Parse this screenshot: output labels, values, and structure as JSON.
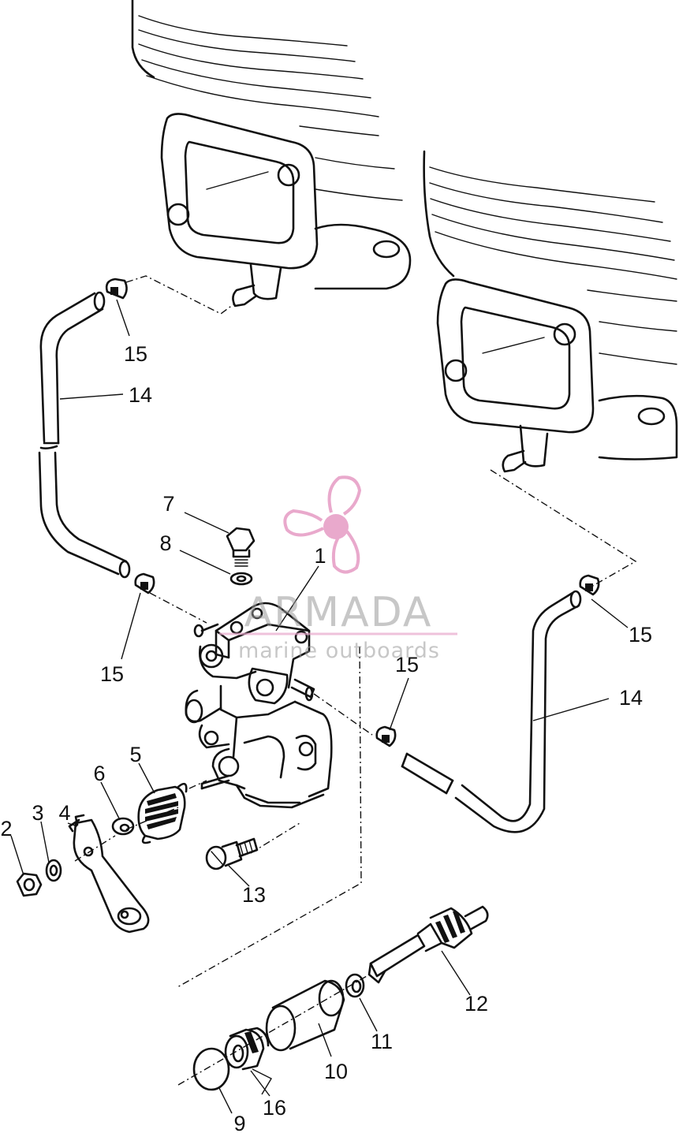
{
  "diagram": {
    "part_labels": [
      {
        "id": "1",
        "text": "1"
      },
      {
        "id": "2",
        "text": "2"
      },
      {
        "id": "3",
        "text": "3"
      },
      {
        "id": "4",
        "text": "4"
      },
      {
        "id": "5",
        "text": "5"
      },
      {
        "id": "6",
        "text": "6"
      },
      {
        "id": "7",
        "text": "7"
      },
      {
        "id": "8",
        "text": "8"
      },
      {
        "id": "9",
        "text": "9"
      },
      {
        "id": "10",
        "text": "10"
      },
      {
        "id": "11",
        "text": "11"
      },
      {
        "id": "12",
        "text": "12"
      },
      {
        "id": "13",
        "text": "13"
      },
      {
        "id": "14a",
        "text": "14"
      },
      {
        "id": "14b",
        "text": "14"
      },
      {
        "id": "15a",
        "text": "15"
      },
      {
        "id": "15b",
        "text": "15"
      },
      {
        "id": "15c",
        "text": "15"
      },
      {
        "id": "15d",
        "text": "15"
      },
      {
        "id": "16",
        "text": "16"
      }
    ]
  },
  "watermark": {
    "brand": "ARMADA",
    "tagline": "marine outboards",
    "accent_color": "#e9a9cc"
  }
}
